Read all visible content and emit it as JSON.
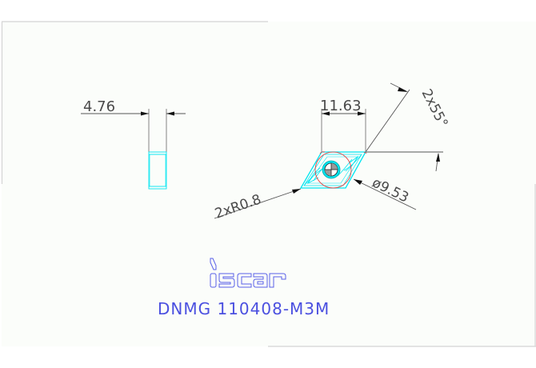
{
  "drawing": {
    "type": "technical-drawing",
    "subject": "turning insert",
    "colors": {
      "background": "#ffffff",
      "panel": "#fbfdfa",
      "panel_border": "#d0d0d0",
      "dimension_line": "#555555",
      "insert_outline": "#00e5f0",
      "circle_red": "#e83a3a",
      "brand_blue": "#5860e8"
    }
  },
  "side_view": {
    "thickness_label": "4.76"
  },
  "top_view": {
    "length_label": "11.63",
    "angle_label": "2x55°",
    "radius_label": "2xR0.8",
    "ic_diameter_label": "ø9.53"
  },
  "brand": {
    "logo_text": "iscar",
    "logo_icon": "iscar-logo-icon"
  },
  "part_number": "DNMG 110408-M3M"
}
